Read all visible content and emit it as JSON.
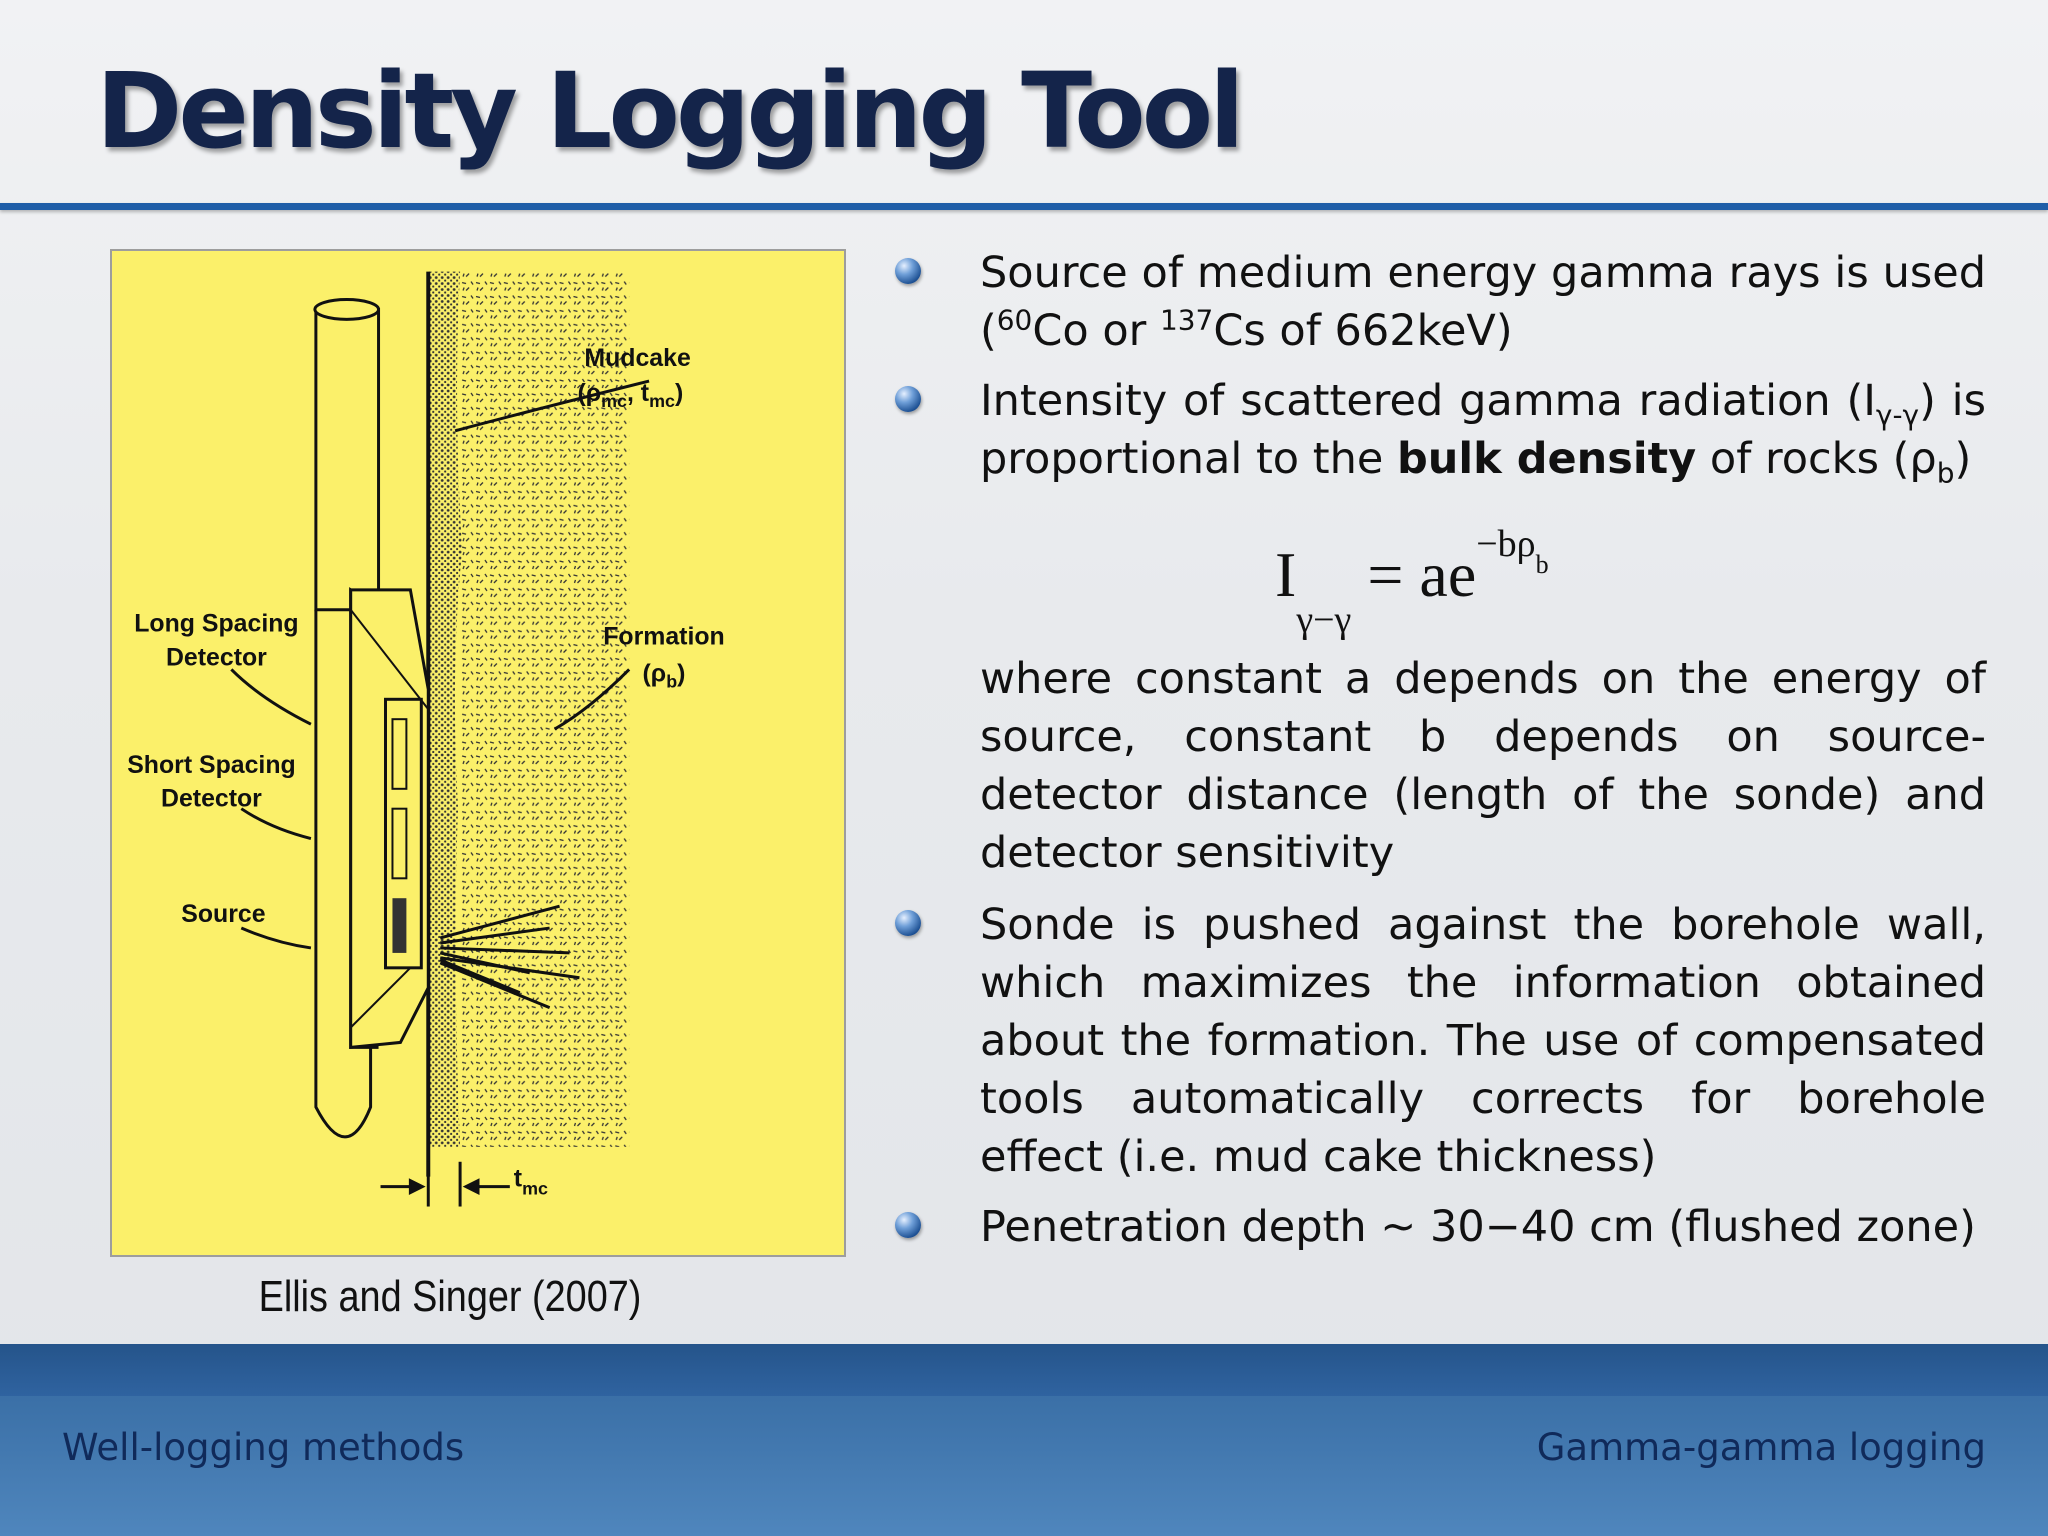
{
  "slide": {
    "title": "Density Logging Tool"
  },
  "figure": {
    "caption": "Ellis and Singer (2007)",
    "labels": {
      "mudcake": "Mudcake",
      "mudcake_params_rho": "(ρ",
      "mudcake_params_mc1": "mc",
      "mudcake_params_t": ", t",
      "mudcake_params_mc2": "mc",
      "mudcake_params_close": ")",
      "formation": "Formation",
      "formation_rho": "(ρ",
      "formation_b": "b",
      "formation_close": ")",
      "long_spacing_1": "Long Spacing",
      "long_spacing_2": "Detector",
      "short_spacing_1": "Short Spacing",
      "short_spacing_2": "Detector",
      "source": "Source",
      "tmc_t": "t",
      "tmc_sub": "mc"
    }
  },
  "bullets": {
    "b1": {
      "line1": "Source of medium energy gamma rays is used",
      "open": "(",
      "co_mass": "60",
      "co": "Co or ",
      "cs_mass": "137",
      "cs": "Cs of 662keV)"
    },
    "b2": {
      "intro": "Intensity of scattered gamma radiation (I",
      "sub_gg": "γ-γ",
      "is_prop": ") is proportional to the ",
      "bold": "bulk density",
      "of_rocks": " of rocks (ρ",
      "sub_b": "b",
      "close": ")"
    },
    "equation": {
      "lhs": "I",
      "lhs_sub": "γ−γ",
      "rhs": " = ae",
      "exp": "−bρ",
      "exp_sub": "b"
    },
    "where": "where constant a depends on the energy of source, constant b depends on source-detector distance (length of the sonde) and detector sensitivity",
    "b3": "Sonde is pushed against the borehole wall, which maximizes the information obtained about the formation. The use of compensated tools automatically corrects for borehole effect (i.e. mud cake thickness)",
    "b4": "Penetration depth ~ 30−40 cm (flushed zone)"
  },
  "footer": {
    "left": "Well-logging methods",
    "right": "Gamma-gamma logging"
  },
  "colors": {
    "title": "#14244a",
    "rule": "#1f5ea8",
    "figure_bg": "#fbf06a",
    "footer": "#3a6fa6"
  }
}
